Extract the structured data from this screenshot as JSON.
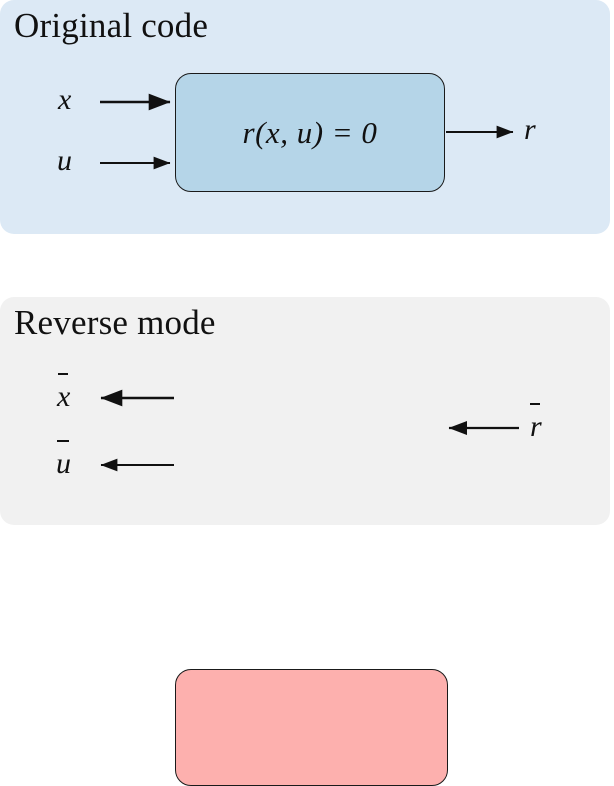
{
  "figure": {
    "title": "Original code / Reverse mode differentiation block diagram",
    "colors": {
      "panel_original_bg": "#dce9f5",
      "panel_reverse_bg": "#f1f1f1",
      "box_residual_fill": "#b5d5e8",
      "box_adjoint_fill": "#fdb0ae",
      "stroke": "#111111"
    }
  },
  "panels": [
    {
      "id": "original",
      "title": "Original code",
      "box": {
        "formula": "r(x, u) = 0"
      },
      "inputs": [
        {
          "label": "x",
          "bar": false
        },
        {
          "label": "u",
          "bar": false
        }
      ],
      "outputs": [
        {
          "label": "r",
          "bar": false
        }
      ]
    },
    {
      "id": "reverse",
      "title": "Reverse mode",
      "box": {
        "formula": ""
      },
      "outputs": [
        {
          "label": "x",
          "bar": true
        },
        {
          "label": "u",
          "bar": true
        }
      ],
      "inputs": [
        {
          "label": "r",
          "bar": true
        }
      ]
    }
  ]
}
